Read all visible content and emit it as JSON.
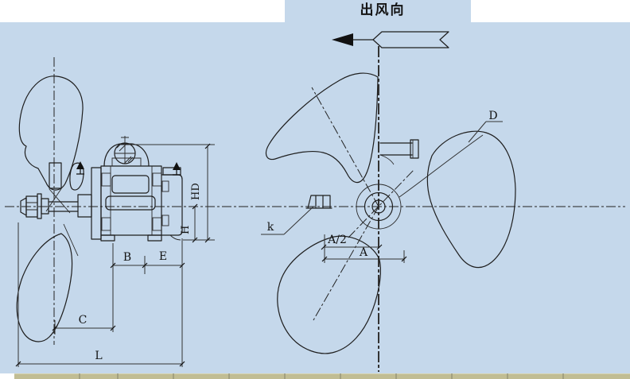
{
  "canvas": {
    "background_color": "#c5d8eb",
    "page_background": "#ffffff",
    "line_color": "#1e1e1e",
    "bottom_strip_color": "#c1bd94"
  },
  "annotations": {
    "airflow_direction": "出风向",
    "dimensions_side_view": {
      "HD": "HD",
      "H": "H",
      "B": "B",
      "E": "E",
      "C": "C",
      "L": "L"
    },
    "dimensions_front_view": {
      "D": "D",
      "k": "k",
      "A_half": "A/2",
      "A": "A"
    }
  }
}
